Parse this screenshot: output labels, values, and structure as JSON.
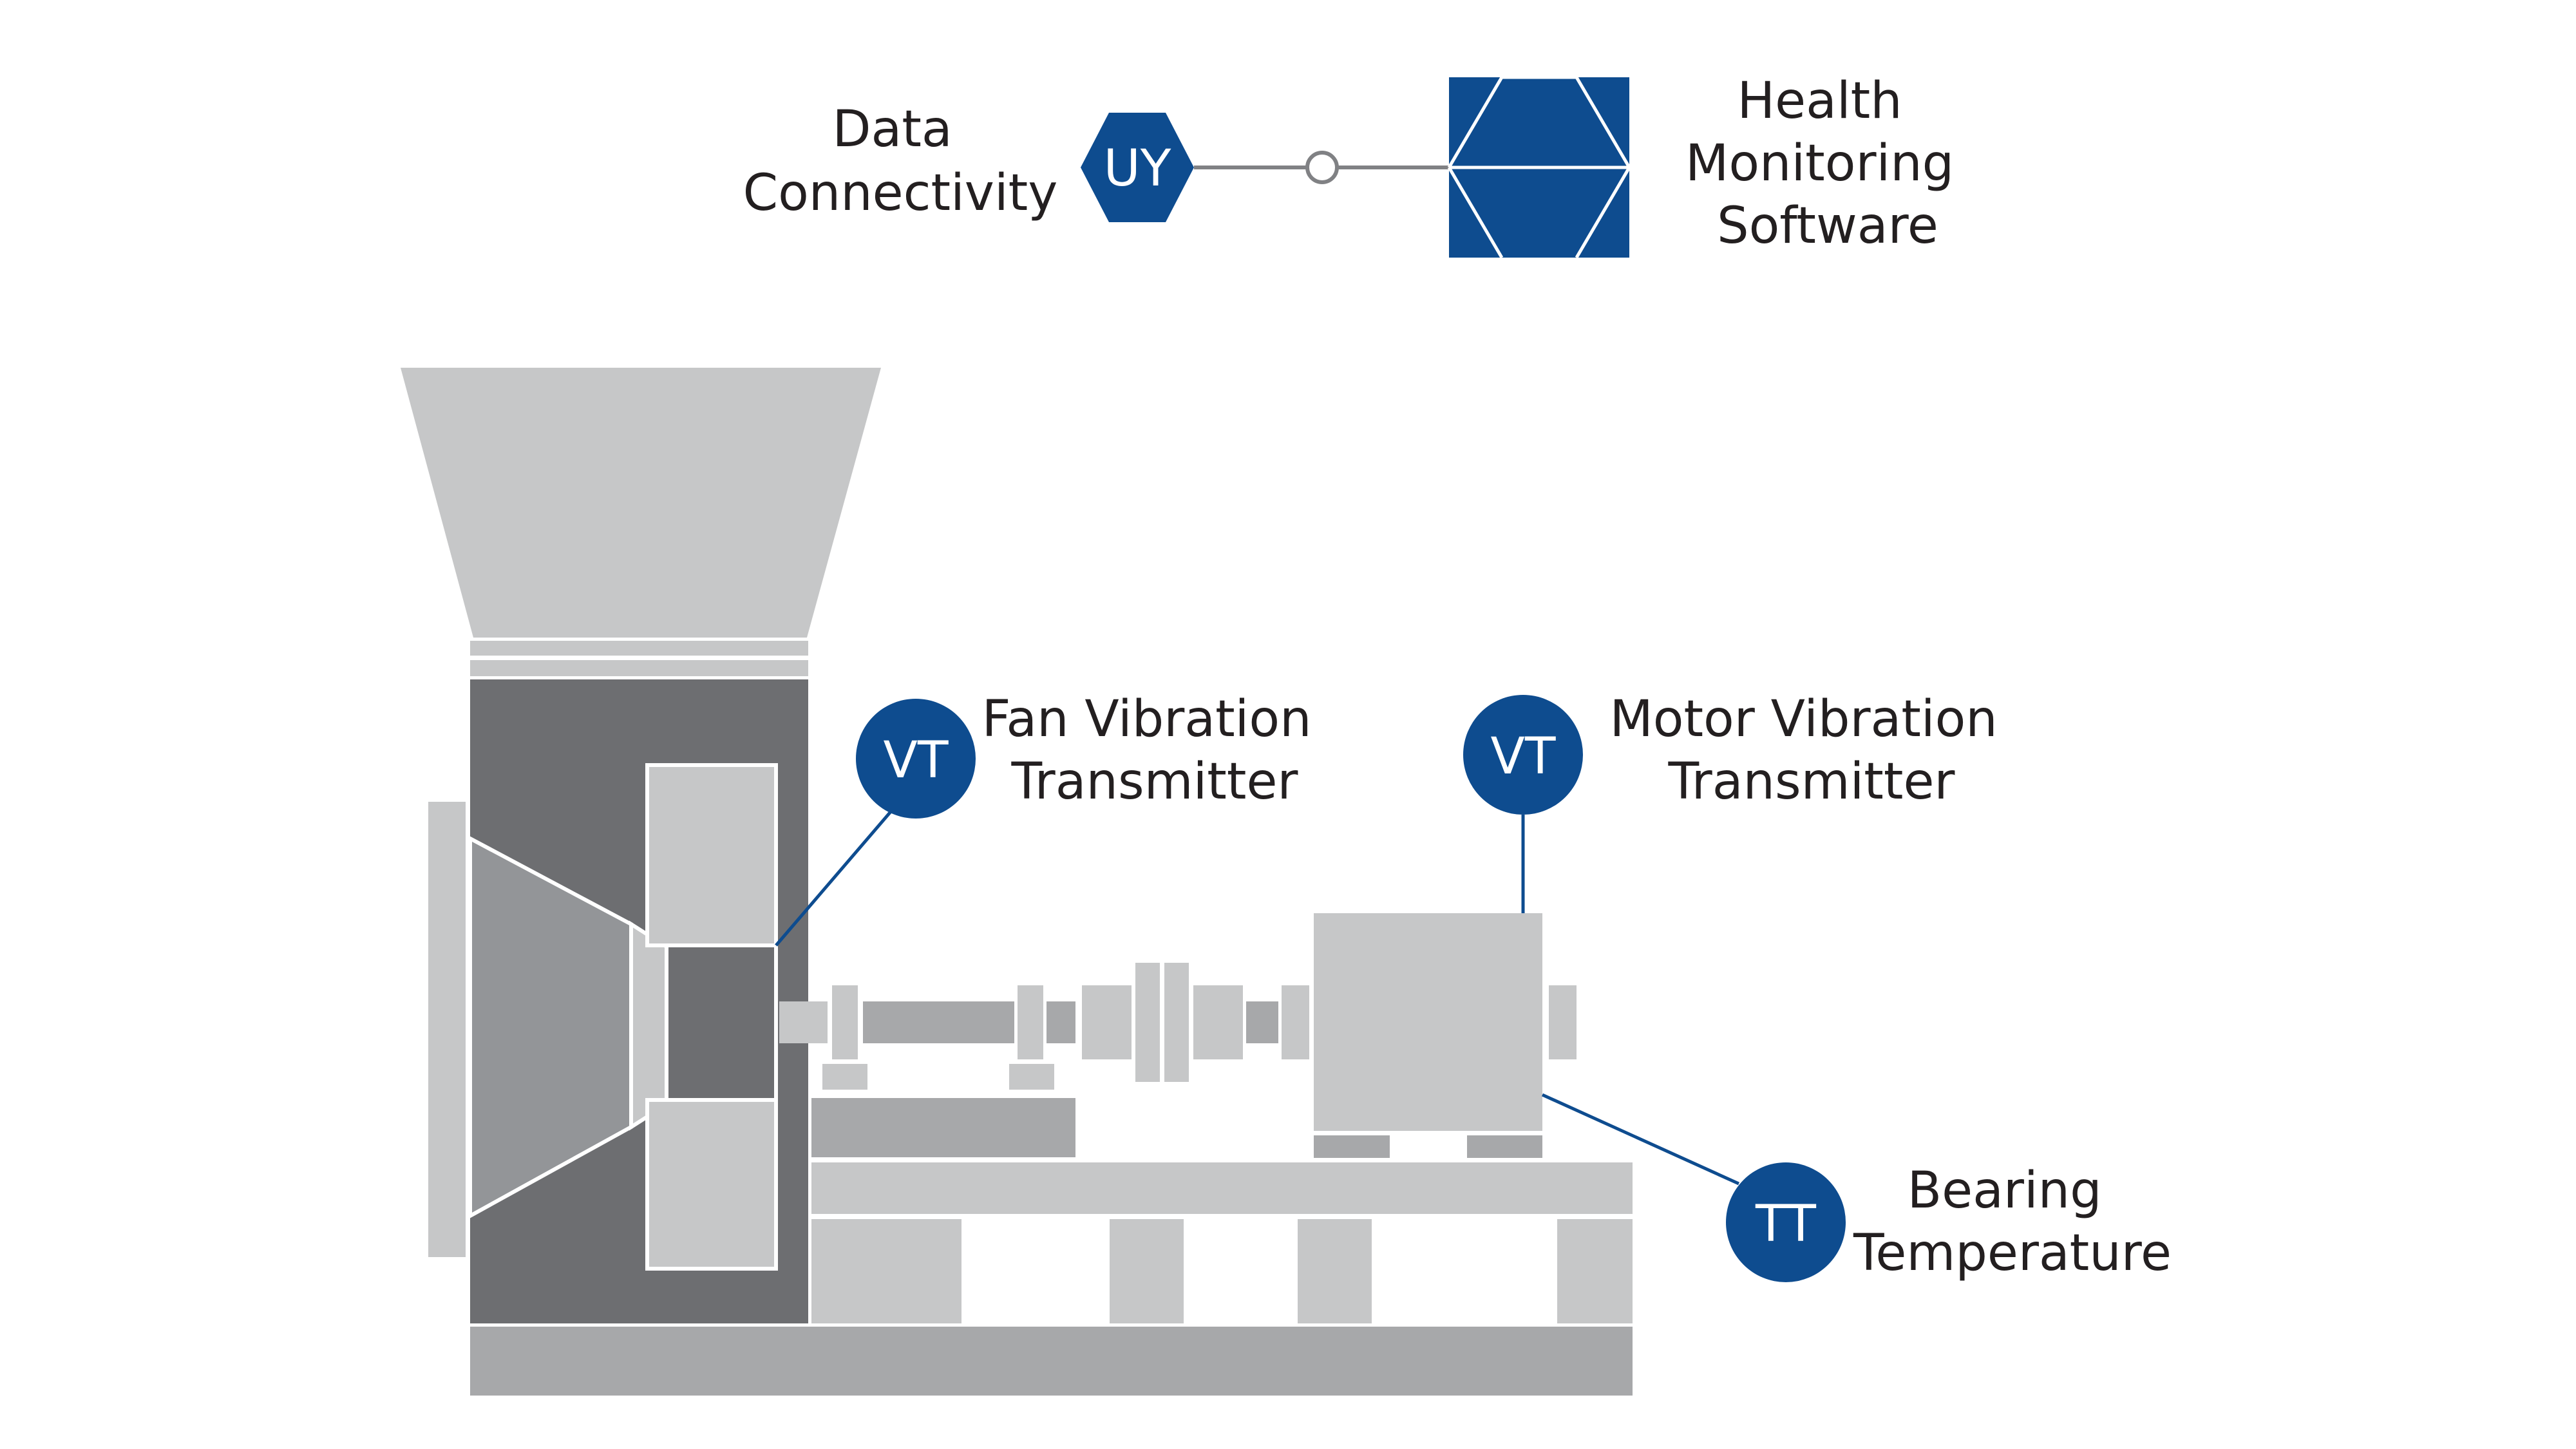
{
  "colors": {
    "brand_blue": "#0e4c8f",
    "light_gray": "#c6c7c8",
    "mid_gray": "#a7a8aa",
    "dark_gray": "#6d6e71",
    "medium_gray": "#939598",
    "line_gray": "#808184",
    "white": "#ffffff",
    "text": "#231f20"
  },
  "top": {
    "connectivity": {
      "label_lines": [
        "Data",
        "Connectivity"
      ],
      "tag": "UY",
      "icon": "hexagon-icon"
    },
    "software": {
      "label_lines": [
        "Health",
        "Monitoring",
        "Software"
      ],
      "icon": "health-monitoring-software-icon"
    }
  },
  "instruments": [
    {
      "tag": "VT",
      "label_lines": [
        "Fan Vibration",
        "Transmitter"
      ]
    },
    {
      "tag": "VT",
      "label_lines": [
        "Motor Vibration",
        "Transmitter"
      ]
    },
    {
      "tag": "TT",
      "label_lines": [
        "Bearing",
        "Temperature"
      ]
    }
  ]
}
